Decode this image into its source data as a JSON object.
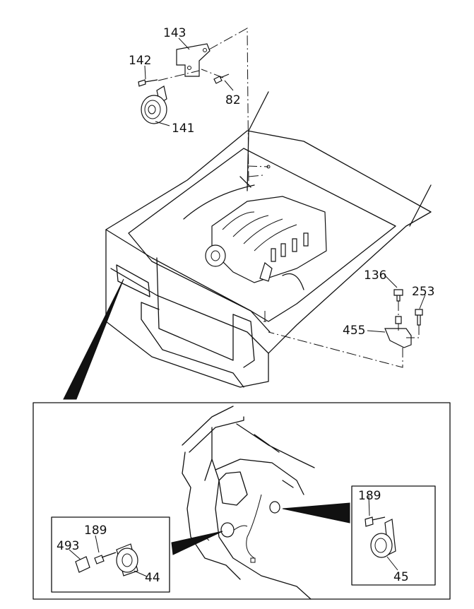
{
  "callouts": {
    "p143": "143",
    "p142": "142",
    "p82": "82",
    "p141": "141",
    "p136": "136",
    "p253": "253",
    "p455": "455",
    "p189a": "189",
    "p45": "45",
    "p493": "493",
    "p189b": "189",
    "p44": "44"
  }
}
